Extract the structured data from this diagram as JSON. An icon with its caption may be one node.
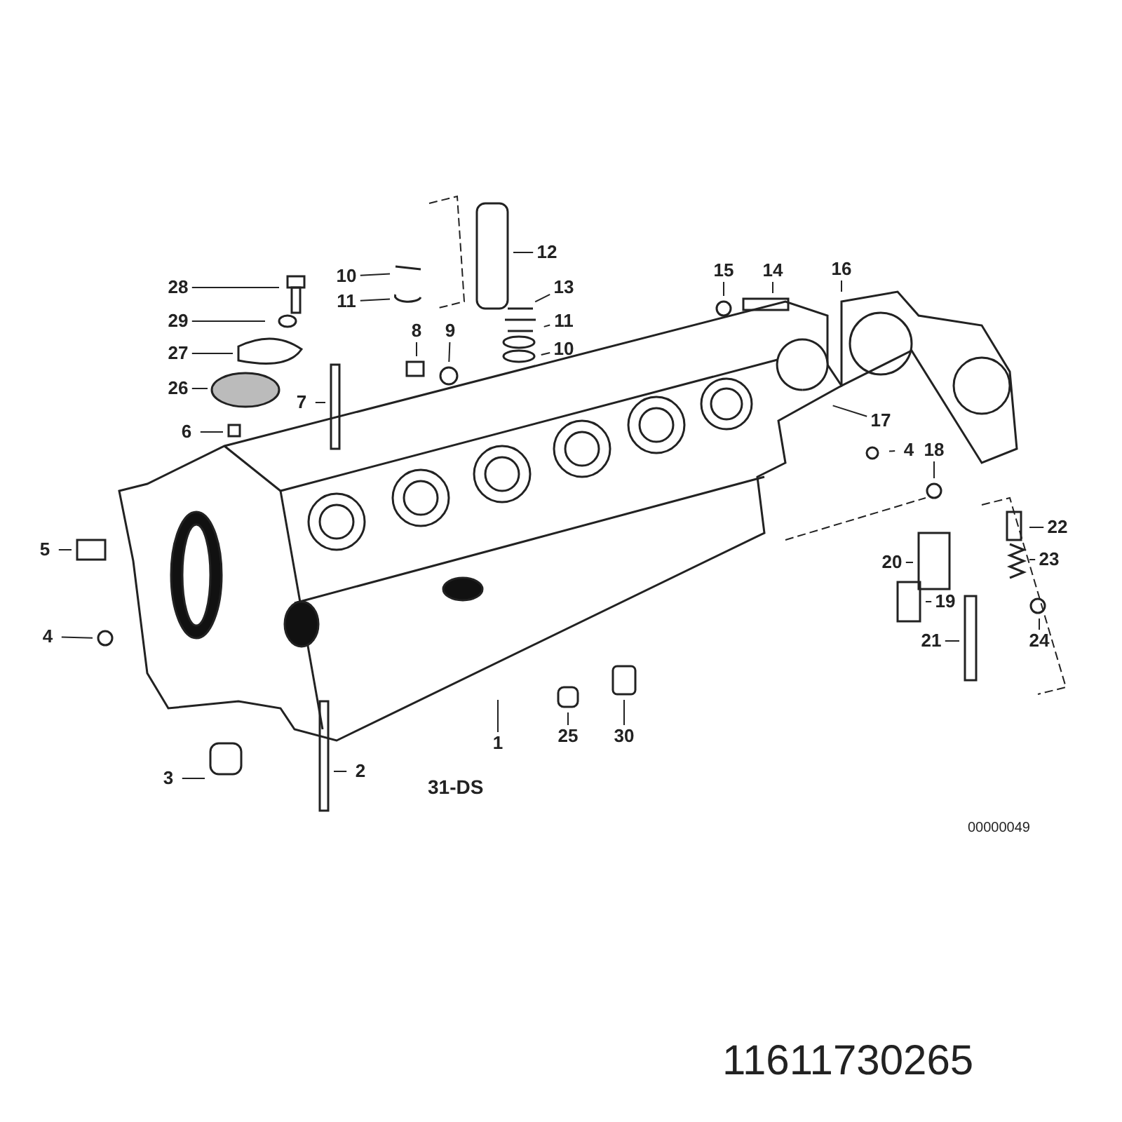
{
  "diagram": {
    "nodes": [
      {
        "text": [
          "28"
        ]
      },
      {
        "text": [
          "29"
        ]
      },
      {
        "text": [
          "27"
        ]
      },
      {
        "text": [
          "26"
        ]
      },
      {
        "text": [
          "6"
        ]
      },
      {
        "text": [
          "7"
        ]
      },
      {
        "text": [
          "8"
        ]
      },
      {
        "text": [
          "9"
        ]
      },
      {
        "text": [
          "10"
        ]
      },
      {
        "text": [
          "11"
        ]
      },
      {
        "text": [
          "12"
        ]
      },
      {
        "text": [
          "13"
        ]
      },
      {
        "text": [
          "11"
        ]
      },
      {
        "text": [
          "10"
        ]
      },
      {
        "text": [
          "15"
        ]
      },
      {
        "text": [
          "14"
        ]
      },
      {
        "text": [
          "16"
        ]
      },
      {
        "text": [
          "17"
        ]
      },
      {
        "text": [
          "4"
        ]
      },
      {
        "text": [
          "18"
        ]
      },
      {
        "text": [
          "5"
        ]
      },
      {
        "text": [
          "4"
        ]
      },
      {
        "text": [
          "22"
        ]
      },
      {
        "text": [
          "20"
        ]
      },
      {
        "text": [
          "23"
        ]
      },
      {
        "text": [
          "19"
        ]
      },
      {
        "text": [
          "21"
        ]
      },
      {
        "text": [
          "24"
        ]
      },
      {
        "text": [
          "1"
        ]
      },
      {
        "text": [
          "25"
        ]
      },
      {
        "text": [
          "30"
        ]
      },
      {
        "text": [
          "3"
        ]
      },
      {
        "text": [
          "2"
        ]
      }
    ],
    "edges": [
      {
        "from": 0,
        "to": null,
        "arrow": "none"
      },
      {
        "from": 1,
        "to": null,
        "arrow": "none"
      },
      {
        "from": 2,
        "to": null,
        "arrow": "none"
      },
      {
        "from": 3,
        "to": null,
        "arrow": "none"
      },
      {
        "from": 4,
        "to": null,
        "arrow": "none"
      },
      {
        "from": 5,
        "to": null,
        "arrow": "none"
      },
      {
        "from": 6,
        "to": null,
        "arrow": "none"
      },
      {
        "from": 7,
        "to": null,
        "arrow": "none"
      },
      {
        "from": 8,
        "to": null,
        "arrow": "none"
      },
      {
        "from": 9,
        "to": null,
        "arrow": "none"
      },
      {
        "from": 10,
        "to": null,
        "arrow": "none"
      },
      {
        "from": 11,
        "to": null,
        "arrow": "none"
      },
      {
        "from": 12,
        "to": null,
        "arrow": "none"
      },
      {
        "from": 13,
        "to": null,
        "arrow": "none"
      },
      {
        "from": 14,
        "to": null,
        "arrow": "none"
      },
      {
        "from": 15,
        "to": null,
        "arrow": "none"
      },
      {
        "from": 16,
        "to": null,
        "arrow": "none"
      },
      {
        "from": 17,
        "to": null,
        "arrow": "none"
      },
      {
        "from": 18,
        "to": null,
        "arrow": "none"
      },
      {
        "from": 19,
        "to": null,
        "arrow": "none"
      },
      {
        "from": 20,
        "to": null,
        "arrow": "none"
      },
      {
        "from": 21,
        "to": null,
        "arrow": "none"
      },
      {
        "from": 22,
        "to": null,
        "arrow": "none"
      },
      {
        "from": 23,
        "to": null,
        "arrow": "none"
      },
      {
        "from": 24,
        "to": null,
        "arrow": "none"
      },
      {
        "from": 25,
        "to": null,
        "arrow": "none"
      },
      {
        "from": 26,
        "to": null,
        "arrow": "none"
      },
      {
        "from": 27,
        "to": null,
        "arrow": "none"
      },
      {
        "from": 28,
        "to": null,
        "arrow": "none"
      },
      {
        "from": 29,
        "to": null,
        "arrow": "none"
      },
      {
        "from": 30,
        "to": null,
        "arrow": "none"
      },
      {
        "from": 31,
        "to": null,
        "arrow": "none"
      },
      {
        "from": 32,
        "to": null,
        "arrow": "none"
      }
    ],
    "labels": [
      "31-DS",
      "00000049",
      "11611730265"
    ]
  }
}
